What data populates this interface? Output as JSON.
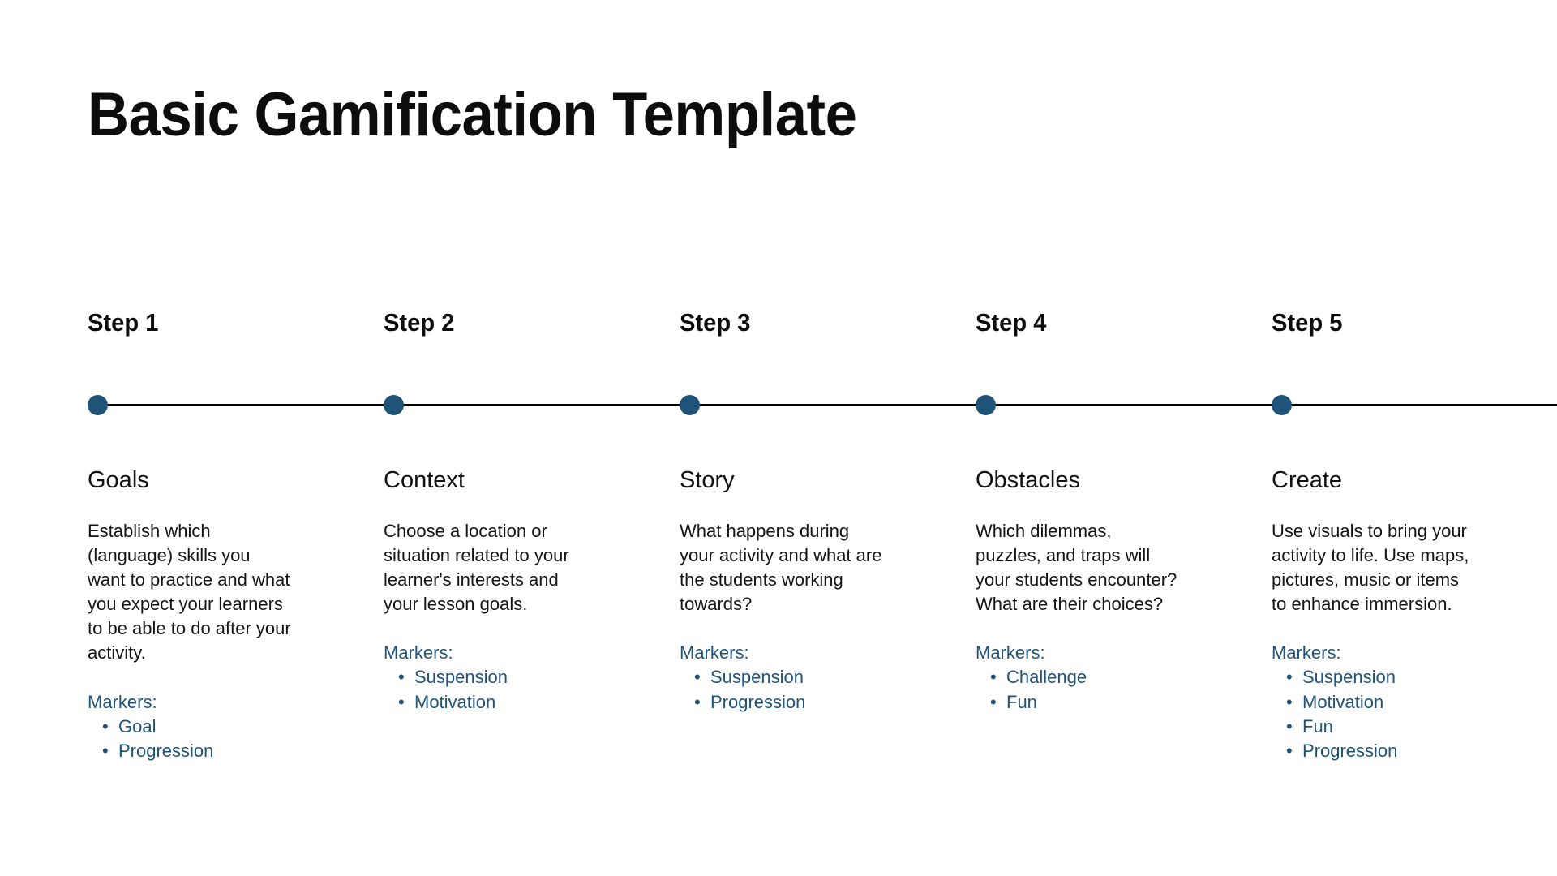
{
  "title": "Basic Gamification Template",
  "colors": {
    "accent": "#1f5378",
    "text": "#111111",
    "line": "#000000",
    "background": "#ffffff"
  },
  "timeline": {
    "dot_count": 5,
    "dot_label": "timeline-dot"
  },
  "steps": [
    {
      "step_label": "Step 1",
      "heading": "Goals",
      "description": "Establish which (language) skills you want to practice and what you expect your learners to be able to do after your activity.",
      "markers_label": "Markers:",
      "markers": [
        "Goal",
        "Progression"
      ]
    },
    {
      "step_label": "Step 2",
      "heading": "Context",
      "description": "Choose a location or situation related to your learner's interests and your lesson goals.",
      "markers_label": "Markers:",
      "markers": [
        "Suspension",
        "Motivation"
      ]
    },
    {
      "step_label": "Step 3",
      "heading": "Story",
      "description": "What happens during your activity and what are the students working towards?",
      "markers_label": "Markers:",
      "markers": [
        "Suspension",
        "Progression"
      ]
    },
    {
      "step_label": "Step 4",
      "heading": "Obstacles",
      "description": "Which dilemmas, puzzles, and traps will your students encounter? What are their choices?",
      "markers_label": "Markers:",
      "markers": [
        "Challenge",
        "Fun"
      ]
    },
    {
      "step_label": "Step 5",
      "heading": "Create",
      "description": "Use visuals to bring your activity to life. Use maps, pictures, music or items to enhance immersion.",
      "markers_label": "Markers:",
      "markers": [
        "Suspension",
        "Motivation",
        "Fun",
        "Progression"
      ]
    }
  ]
}
